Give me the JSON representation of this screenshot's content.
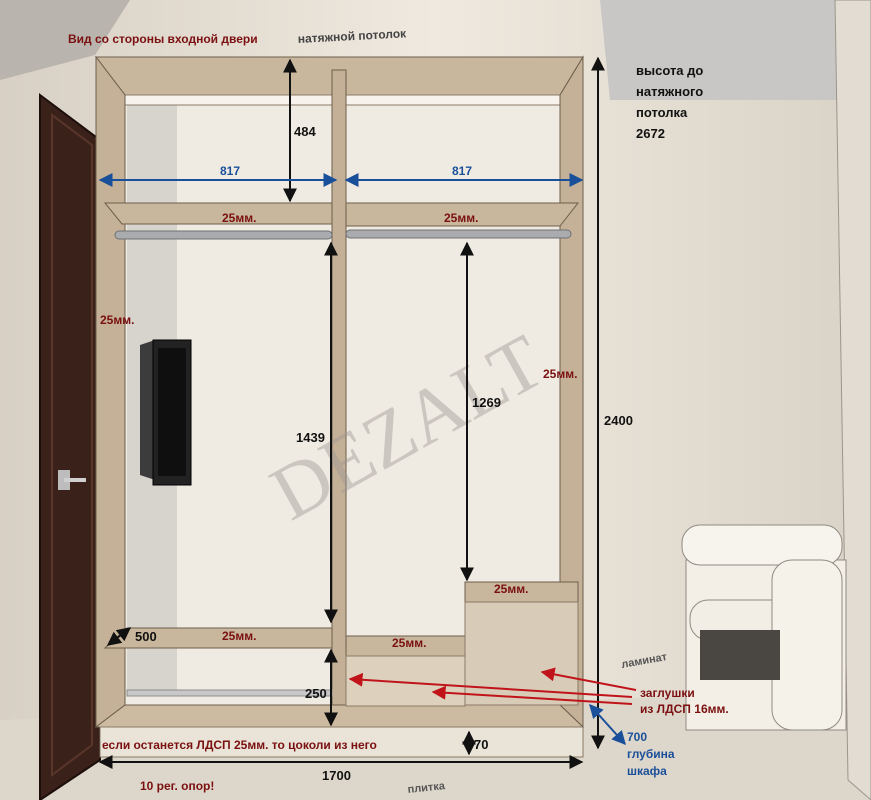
{
  "title": "Вид со стороны входной двери",
  "ceiling_note": "натяжной потолок",
  "height_note": {
    "line1": "высота до",
    "line2": "натяжного",
    "line3": "потолка",
    "value": "2672"
  },
  "watermark": "DEZALT",
  "dimensions": {
    "top_height": "484",
    "left_width": "817",
    "right_width": "817",
    "shelf_left": "25мм.",
    "shelf_right": "25мм.",
    "side_left": "25мм.",
    "side_right": "25мм.",
    "left_hang": "1439",
    "right_hang": "1269",
    "total_height": "2400",
    "box_top": "25мм.",
    "shoe_depth": "500",
    "bottom_shelf_left": "25мм.",
    "bottom_shelf_mid": "25мм.",
    "bottom_gap": "250",
    "plinth": "70",
    "total_width": "1700",
    "depth": "700"
  },
  "notes": {
    "laminate": "ламинат",
    "plugs_line1": "заглушки",
    "plugs_line2": "из ЛДСП 16мм.",
    "plinth_note": "если останется ЛДСП 25мм. то цоколи из него",
    "supports": "10 рег. опор!",
    "tile": "плитка",
    "depth_line1": "глубина",
    "depth_line2": "шкафа"
  },
  "colors": {
    "wall": "#ebe4d8",
    "wood": "#c6b49a",
    "door": "#3a211a",
    "label_red": "#7a1010",
    "dim_blue": "#1a4f9a"
  }
}
